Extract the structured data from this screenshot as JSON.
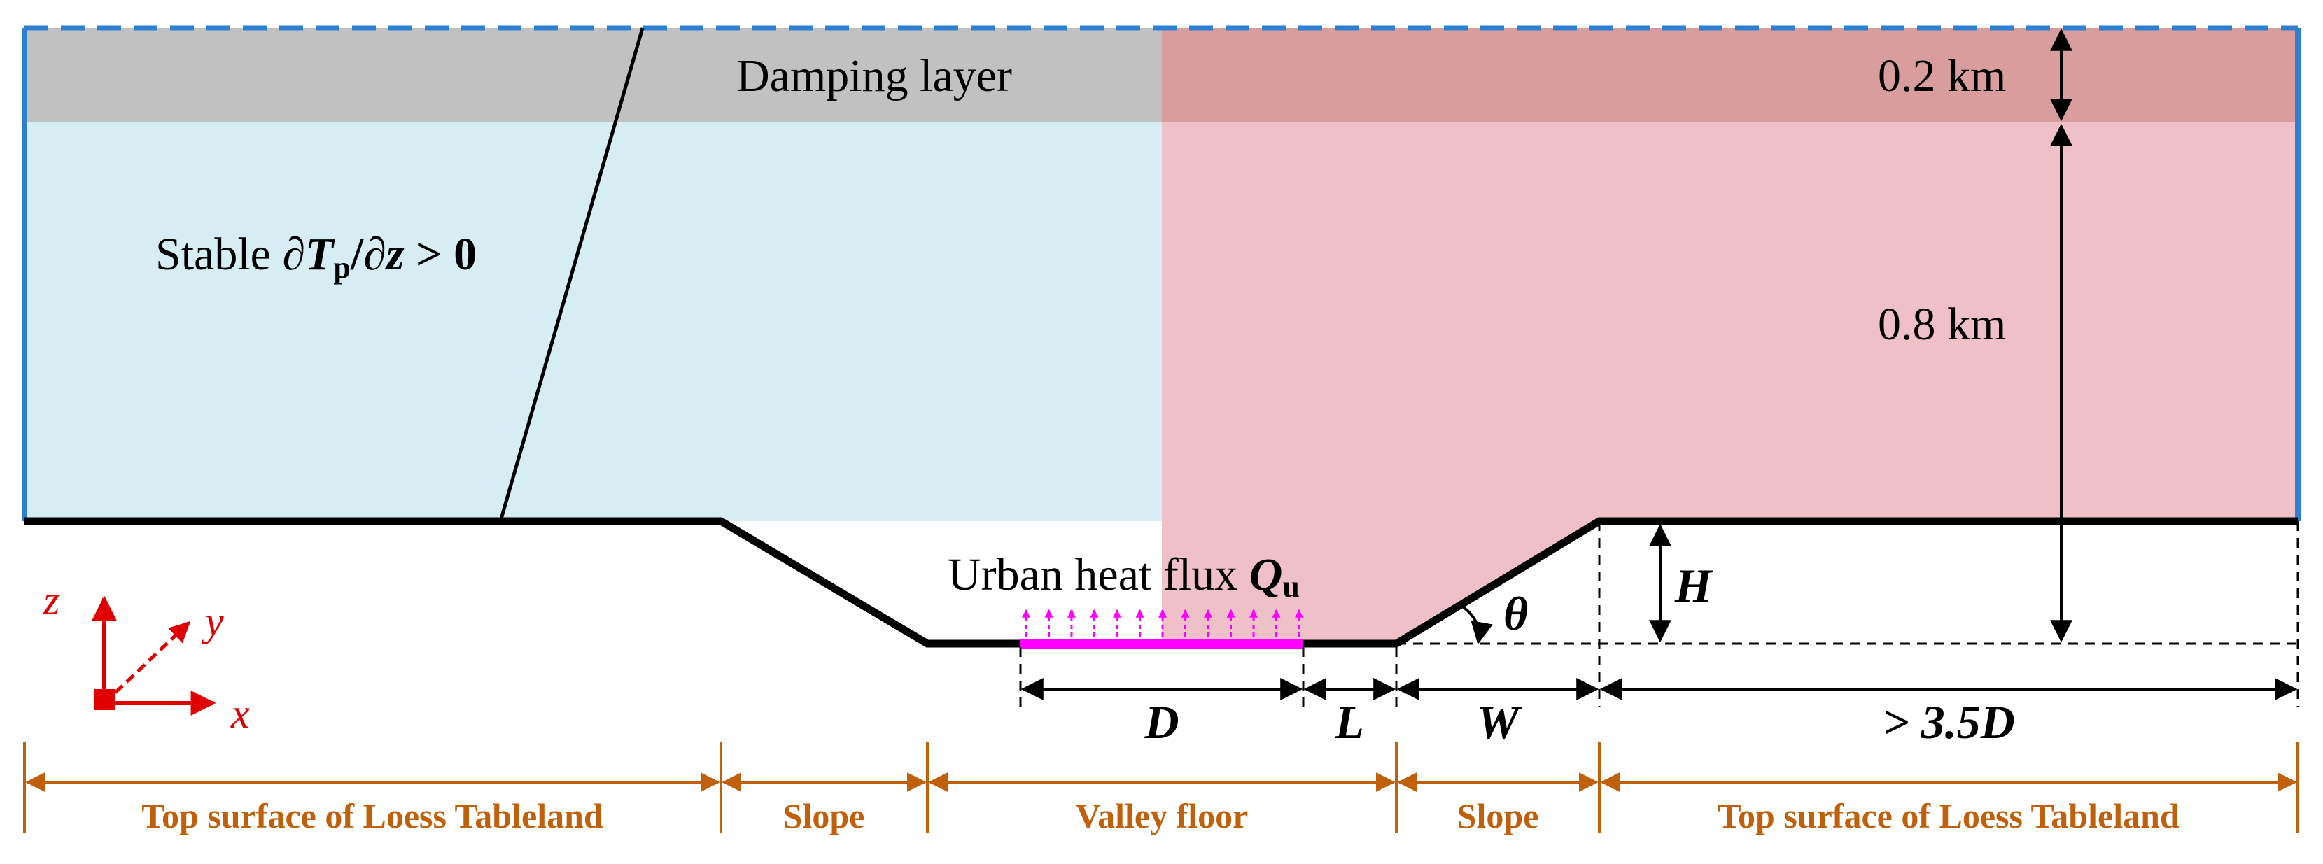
{
  "diagram": {
    "damping_layer_label": "Damping layer",
    "stable_label": {
      "prefix": "Stable ",
      "partial1": "∂",
      "T": "T",
      "p": "p",
      "slash": "/∂",
      "z": "z",
      "suffix": " > 0"
    },
    "heights": {
      "damping": "0.2 km",
      "domain": "0.8 km"
    },
    "urban_heat_flux": {
      "text": "Urban heat flux ",
      "Q": "Q",
      "sub": "u"
    },
    "dimension_labels": {
      "D": "D",
      "L": "L",
      "W": "W",
      "far": "> 3.5D",
      "H": "H",
      "theta": "θ"
    },
    "axes": {
      "x": "x",
      "y": "y",
      "z": "z"
    },
    "regions": [
      "Top surface of Loess Tableland",
      "Slope",
      "Valley floor",
      "Slope",
      "Top surface of Loess Tableland"
    ],
    "colors": {
      "stable_fill": "#d6edf3",
      "damping_fill": "#c1c1c1",
      "warm_fill": "#efc0c8",
      "warm_damping_fill": "#d99d9d",
      "boundary_blue": "#2e7fd0",
      "heat_flux": "#ff00ff",
      "axes_red": "#e00000",
      "region_orange": "#c0600a"
    }
  }
}
